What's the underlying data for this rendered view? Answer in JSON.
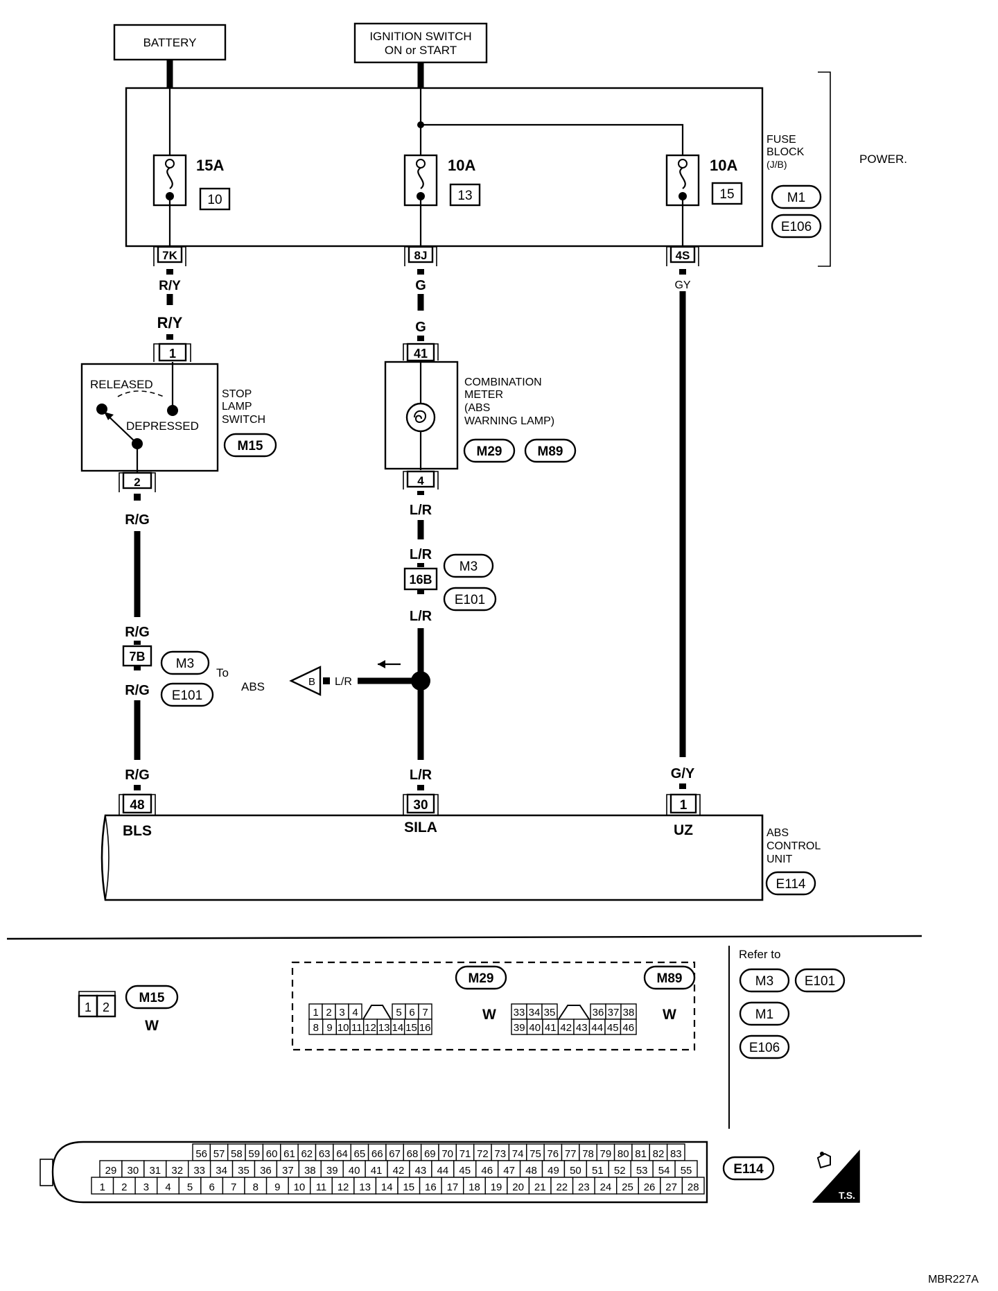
{
  "sources": {
    "battery": "BATTERY",
    "ignition_line1": "IGNITION SWITCH",
    "ignition_line2": "ON or START"
  },
  "fuse_block": {
    "label_lines": [
      "FUSE",
      "BLOCK",
      "(J/B)"
    ],
    "codes": [
      "M1",
      "E106"
    ],
    "fuses": [
      {
        "rating": "15A",
        "number": "10",
        "connector": "7K"
      },
      {
        "rating": "10A",
        "number": "13",
        "connector": "8J"
      },
      {
        "rating": "10A",
        "number": "15",
        "connector": "4S"
      }
    ]
  },
  "power_label": "POWER.",
  "wires": {
    "ry": "R/Y",
    "g": "G",
    "gy": "GY",
    "gy2": "G/Y",
    "rg": "R/G",
    "lr": "L/R"
  },
  "stop_lamp_switch": {
    "label_lines": [
      "STOP",
      "LAMP",
      "SWITCH"
    ],
    "code": "M15",
    "released": "RELEASED",
    "depressed": "DEPRESSED",
    "pin_top": "1",
    "pin_bottom": "2"
  },
  "combination_meter": {
    "label_lines": [
      "COMBINATION",
      "METER",
      "(ABS",
      "WARNING LAMP)"
    ],
    "codes": [
      "M29",
      "M89"
    ],
    "pin_top": "41",
    "pin_bottom": "4"
  },
  "connectors": {
    "c16b": "16B",
    "c7b": "7B",
    "m3": "M3",
    "e101": "E101"
  },
  "to_abs": {
    "to": "To",
    "abs": "ABS",
    "letter": "B",
    "wire": "L/R"
  },
  "abs_unit": {
    "label_lines": [
      "ABS",
      "CONTROL",
      "UNIT"
    ],
    "code": "E114",
    "pins": [
      {
        "num": "48",
        "name": "BLS"
      },
      {
        "num": "30",
        "name": "SILA"
      },
      {
        "num": "1",
        "name": "UZ"
      }
    ]
  },
  "legend": {
    "m15": {
      "code": "M15",
      "pins": [
        "1",
        "2"
      ],
      "color": "W"
    },
    "m29": {
      "code": "M29",
      "color": "W",
      "row1_left": [
        "1",
        "2",
        "3",
        "4"
      ],
      "row1_right": [
        "5",
        "6",
        "7"
      ],
      "row2": [
        "8",
        "9",
        "10",
        "11",
        "12",
        "13",
        "14",
        "15",
        "16"
      ]
    },
    "m89": {
      "code": "M89",
      "color": "W",
      "row1_left": [
        "33",
        "34",
        "35"
      ],
      "row1_right": [
        "36",
        "37",
        "38"
      ],
      "row2": [
        "39",
        "40",
        "41",
        "42",
        "43",
        "44",
        "45",
        "46"
      ]
    },
    "refer_to": "Refer to",
    "refer_codes": [
      "M3",
      "E101",
      "M1",
      "E106"
    ],
    "e114": {
      "code": "E114",
      "row1": [
        "56",
        "57",
        "58",
        "59",
        "60",
        "61",
        "62",
        "63",
        "64",
        "65",
        "66",
        "67",
        "68",
        "69",
        "70",
        "71",
        "72",
        "73",
        "74",
        "75",
        "76",
        "77",
        "78",
        "79",
        "80",
        "81",
        "82",
        "83"
      ],
      "row2": [
        "29",
        "30",
        "31",
        "32",
        "33",
        "34",
        "35",
        "36",
        "37",
        "38",
        "39",
        "40",
        "41",
        "42",
        "43",
        "44",
        "45",
        "46",
        "47",
        "48",
        "49",
        "50",
        "51",
        "52",
        "53",
        "54",
        "55"
      ],
      "row3": [
        "1",
        "2",
        "3",
        "4",
        "5",
        "6",
        "7",
        "8",
        "9",
        "10",
        "11",
        "12",
        "13",
        "14",
        "15",
        "16",
        "17",
        "18",
        "19",
        "20",
        "21",
        "22",
        "23",
        "24",
        "25",
        "26",
        "27",
        "28"
      ]
    },
    "ts": "T.S."
  },
  "figure_code": "MBR227A"
}
